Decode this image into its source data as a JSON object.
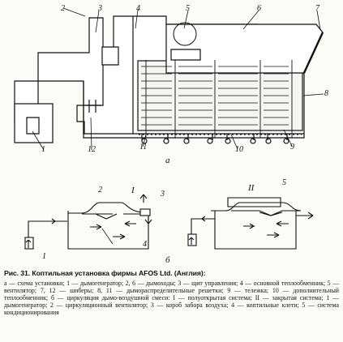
{
  "figure": {
    "top_labels": [
      "1",
      "2",
      "3",
      "4",
      "5",
      "6",
      "7",
      "8",
      "9",
      "10",
      "11",
      "12"
    ],
    "part_a": "а",
    "part_b": "б",
    "scheme_1": "I",
    "scheme_2": "II",
    "lower_labels_1": [
      "1",
      "2",
      "3",
      "4"
    ],
    "lower_labels_2": [
      "5"
    ]
  },
  "caption": {
    "title": "Рис. 31. Коптильная установка фирмы AFOS Ltd. (Англия):",
    "body": "а — схема установки; 1 — дымогенератор; 2, 6 — дымоходы; 3 — щит управления; 4 — основной теплообменник; 5 — вентилятор; 7, 12 — шиберы; 8, 11 — дымораспределительные решетки; 9 — тележка; 10 — дополнительный теплообменник; б — циркуляция дымо-воздушной смеси: I — полуоткрытая система; II — закрытая система; 1 — дымогенератор; 2 — циркуляционный вентилятор; 3 — короб забора воздуха; 4 — коптильные клети; 5 — система кондиционирования"
  }
}
